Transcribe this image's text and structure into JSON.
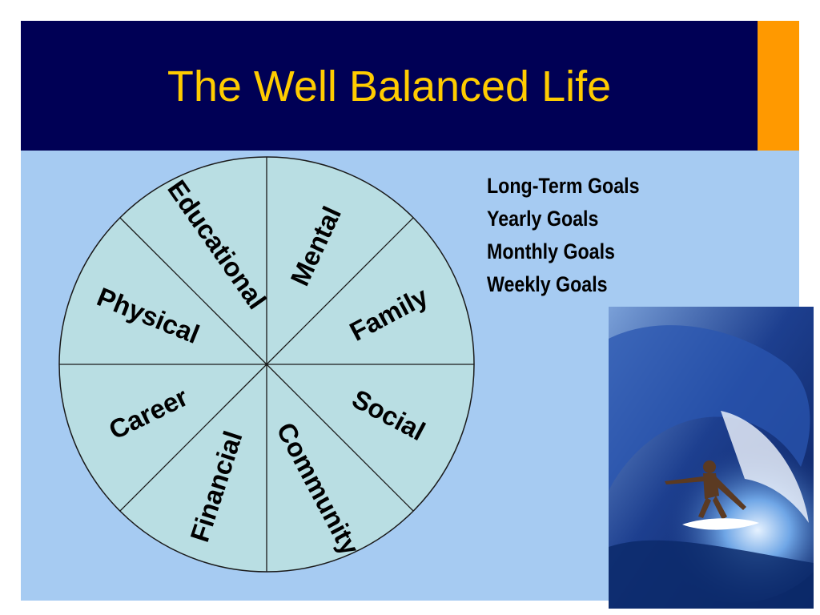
{
  "slide": {
    "title": "The Well Balanced Life"
  },
  "wheel": {
    "sectors": [
      {
        "label": "Mental"
      },
      {
        "label": "Family"
      },
      {
        "label": "Social"
      },
      {
        "label": "Community"
      },
      {
        "label": "Financial"
      },
      {
        "label": "Career"
      },
      {
        "label": "Physical"
      },
      {
        "label": "Educational"
      }
    ]
  },
  "goals": {
    "items": [
      "Long-Term Goals",
      "Yearly Goals",
      "Monthly Goals",
      "Weekly Goals"
    ]
  },
  "colors": {
    "header_bg": "#000055",
    "title_text": "#ffcc00",
    "accent_bar": "#ff9900",
    "content_bg": "#a6cbf2",
    "wheel_fill": "#b9dee3"
  }
}
